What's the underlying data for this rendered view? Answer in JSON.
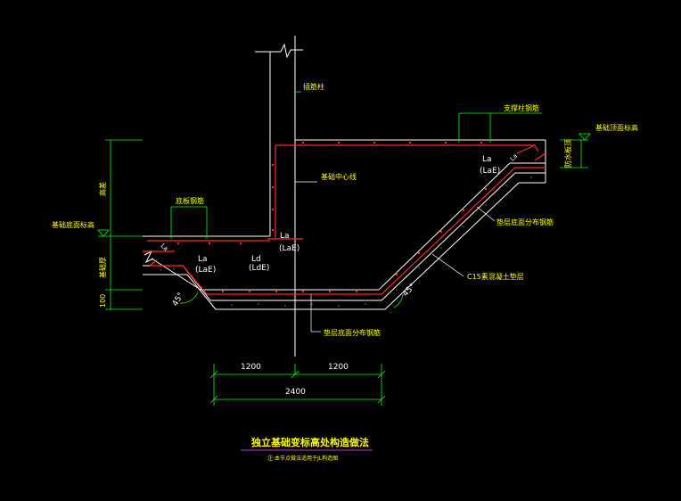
{
  "colors": {
    "background": "#000000",
    "outline": "#ffffff",
    "rebar": "#ff2a2a",
    "dimension": "#00ff00",
    "leader": "#00ffff",
    "text": "#ffff00",
    "title_underline": "#cc33cc"
  },
  "labels": {
    "column": "插筋柱",
    "bottom_rebar": "底板钢筋",
    "foundation_center": "基础中心线",
    "support_rebar": "支撑柱钢筋",
    "foundation_top_elev": "基础顶面标高",
    "water_level": "防水板顶",
    "foundation_bottom_elev": "基础底面标高",
    "slope_rebar_upper": "垫层底面分布钢筋",
    "slope_rebar_lower": "垫层底面分布钢筋",
    "cushion": "C15素混凝土垫层",
    "height_diff": "高差",
    "base_thickness": "基础厚",
    "la_left1": "La",
    "lae_left1": "(LaE)",
    "la_left2": "Ld",
    "lae_left2": "(LdE)",
    "la_center": "La",
    "lae_center": "(LaE)",
    "la_right": "La",
    "lae_right": "(LaE)",
    "la_right_top": "La",
    "la_left_top": "La",
    "angle_left": "45°",
    "angle_right": "45°",
    "cushion_thickness": "100"
  },
  "dimensions": {
    "left": "1200",
    "right": "1200",
    "total": "2400"
  },
  "title": {
    "main": "独立基础变标高处构造做法",
    "note": "注:本节点做法适用于JL构造图"
  }
}
